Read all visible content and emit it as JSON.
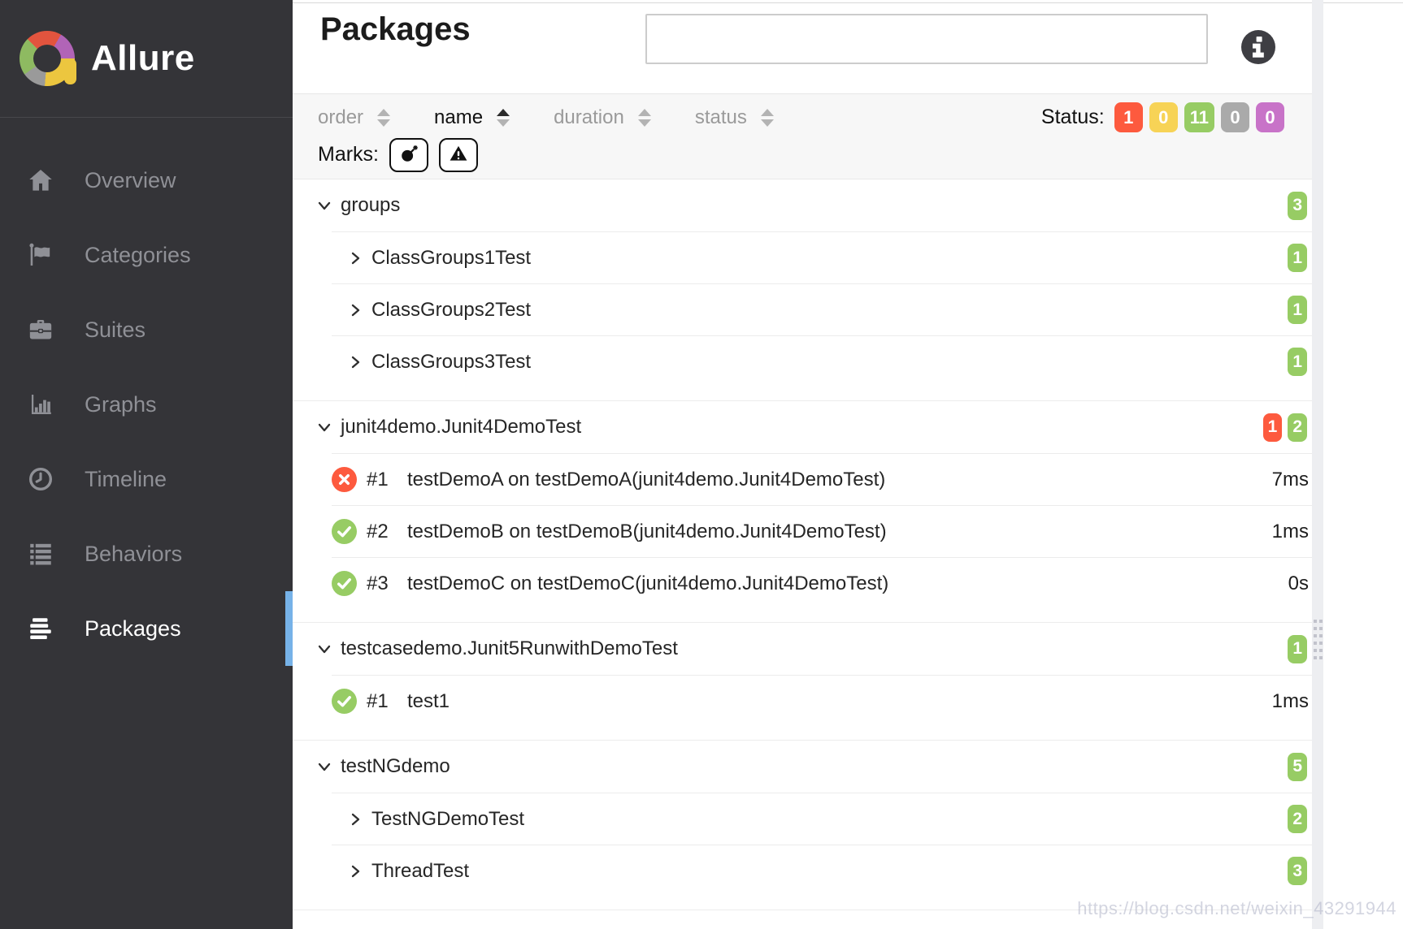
{
  "app": {
    "brand": "Allure"
  },
  "sidebar": {
    "items": [
      {
        "label": "Overview",
        "icon": "home-icon",
        "active": false
      },
      {
        "label": "Categories",
        "icon": "flag-icon",
        "active": false
      },
      {
        "label": "Suites",
        "icon": "briefcase-icon",
        "active": false
      },
      {
        "label": "Graphs",
        "icon": "bar-chart-icon",
        "active": false
      },
      {
        "label": "Timeline",
        "icon": "clock-icon",
        "active": false
      },
      {
        "label": "Behaviors",
        "icon": "list-icon",
        "active": false
      },
      {
        "label": "Packages",
        "icon": "align-left-icon",
        "active": true
      }
    ],
    "active_indicator_color": "#76b2e8"
  },
  "header": {
    "title": "Packages",
    "search": {
      "value": "",
      "placeholder": ""
    },
    "info_icon": "info-icon"
  },
  "sorter": {
    "columns": [
      {
        "label": "order",
        "active": false
      },
      {
        "label": "name",
        "active": true,
        "direction": "asc"
      },
      {
        "label": "duration",
        "active": false
      },
      {
        "label": "status",
        "active": false
      }
    ],
    "status_label": "Status:",
    "status_counts": [
      {
        "status": "failed",
        "value": "1",
        "color": "#fd5a3e"
      },
      {
        "status": "broken",
        "value": "0",
        "color": "#f7d356"
      },
      {
        "status": "passed",
        "value": "11",
        "color": "#97cc64"
      },
      {
        "status": "skipped",
        "value": "0",
        "color": "#aaaaaa"
      },
      {
        "status": "unknown",
        "value": "0",
        "color": "#c873c8"
      }
    ],
    "marks_label": "Marks:",
    "marks": [
      {
        "name": "flaky",
        "icon": "bomb-icon"
      },
      {
        "name": "failed",
        "icon": "warning-icon"
      }
    ]
  },
  "tree": {
    "sections": [
      {
        "name": "groups",
        "expanded": true,
        "badges": [
          {
            "status": "passed",
            "value": "3"
          }
        ],
        "children": [
          {
            "type": "package",
            "name": "ClassGroups1Test",
            "badges": [
              {
                "status": "passed",
                "value": "1"
              }
            ]
          },
          {
            "type": "package",
            "name": "ClassGroups2Test",
            "badges": [
              {
                "status": "passed",
                "value": "1"
              }
            ]
          },
          {
            "type": "package",
            "name": "ClassGroups3Test",
            "badges": [
              {
                "status": "passed",
                "value": "1"
              }
            ]
          }
        ]
      },
      {
        "name": "junit4demo.Junit4DemoTest",
        "expanded": true,
        "badges": [
          {
            "status": "failed",
            "value": "1"
          },
          {
            "status": "passed",
            "value": "2"
          }
        ],
        "children": [
          {
            "type": "test",
            "status": "failed",
            "order": "#1",
            "name": "testDemoA on testDemoA(junit4demo.Junit4DemoTest)",
            "duration": "7ms"
          },
          {
            "type": "test",
            "status": "passed",
            "order": "#2",
            "name": "testDemoB on testDemoB(junit4demo.Junit4DemoTest)",
            "duration": "1ms"
          },
          {
            "type": "test",
            "status": "passed",
            "order": "#3",
            "name": "testDemoC on testDemoC(junit4demo.Junit4DemoTest)",
            "duration": "0s"
          }
        ]
      },
      {
        "name": "testcasedemo.Junit5RunwithDemoTest",
        "expanded": true,
        "badges": [
          {
            "status": "passed",
            "value": "1"
          }
        ],
        "children": [
          {
            "type": "test",
            "status": "passed",
            "order": "#1",
            "name": "test1",
            "duration": "1ms"
          }
        ]
      },
      {
        "name": "testNGdemo",
        "expanded": true,
        "badges": [
          {
            "status": "passed",
            "value": "5"
          }
        ],
        "children": [
          {
            "type": "package",
            "name": "TestNGDemoTest",
            "badges": [
              {
                "status": "passed",
                "value": "2"
              }
            ]
          },
          {
            "type": "package",
            "name": "ThreadTest",
            "badges": [
              {
                "status": "passed",
                "value": "3"
              }
            ]
          }
        ]
      }
    ]
  },
  "watermark": {
    "text": "https://blog.csdn.net/weixin_43291944"
  }
}
